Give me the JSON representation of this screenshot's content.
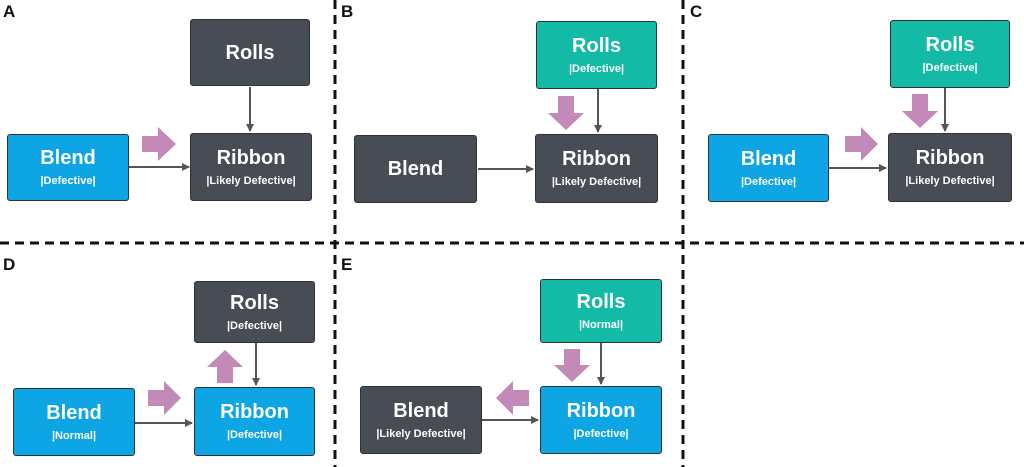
{
  "colors": {
    "dark": "#484c55",
    "blue": "#0ea5e4",
    "teal": "#13bba6",
    "pink_arrow": "#c48ab7",
    "line": "#555555"
  },
  "panels": {
    "A": {
      "label": "A",
      "rolls": {
        "title": "Rolls",
        "status": ""
      },
      "blend": {
        "title": "Blend",
        "status": "|Defective|"
      },
      "ribbon": {
        "title": "Ribbon",
        "status": "|Likely Defective|"
      }
    },
    "B": {
      "label": "B",
      "rolls": {
        "title": "Rolls",
        "status": "|Defective|"
      },
      "blend": {
        "title": "Blend",
        "status": ""
      },
      "ribbon": {
        "title": "Ribbon",
        "status": "|Likely Defective|"
      }
    },
    "C": {
      "label": "C",
      "rolls": {
        "title": "Rolls",
        "status": "|Defective|"
      },
      "blend": {
        "title": "Blend",
        "status": "|Defective|"
      },
      "ribbon": {
        "title": "Ribbon",
        "status": "|Likely Defective|"
      }
    },
    "D": {
      "label": "D",
      "rolls": {
        "title": "Rolls",
        "status": "|Defective|"
      },
      "blend": {
        "title": "Blend",
        "status": "|Normal|"
      },
      "ribbon": {
        "title": "Ribbon",
        "status": "|Defective|"
      }
    },
    "E": {
      "label": "E",
      "rolls": {
        "title": "Rolls",
        "status": "|Normal|"
      },
      "blend": {
        "title": "Blend",
        "status": "|Likely Defective|"
      },
      "ribbon": {
        "title": "Ribbon",
        "status": "|Defective|"
      }
    }
  }
}
